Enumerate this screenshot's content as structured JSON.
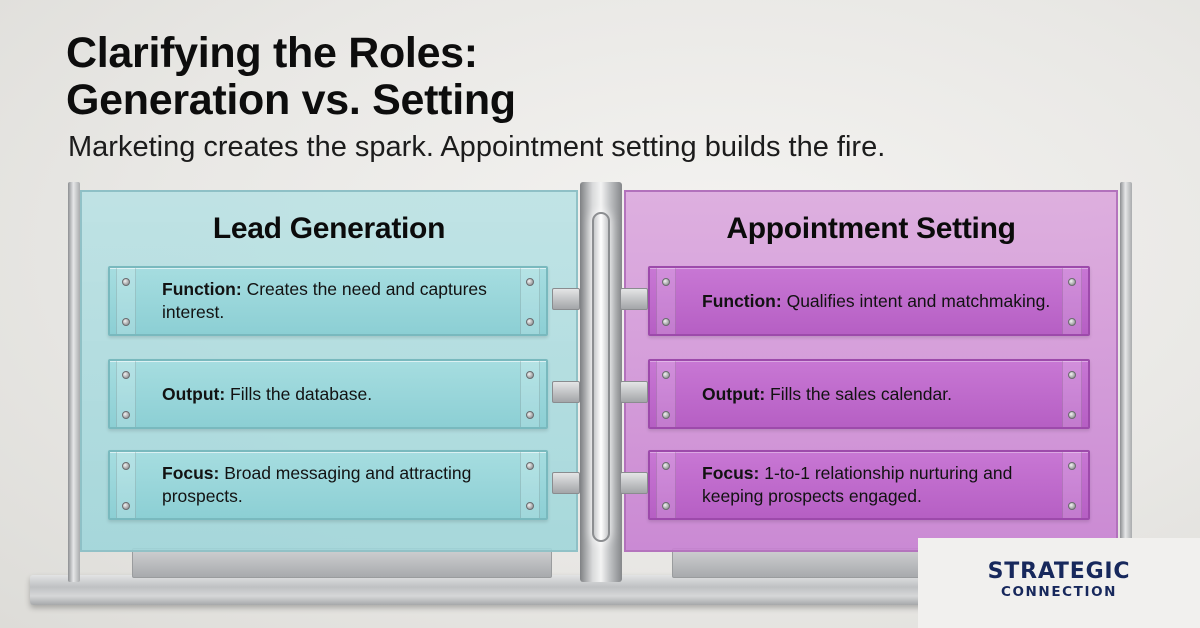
{
  "header": {
    "title_line1": "Clarifying the Roles:",
    "title_line2": "Generation vs. Setting",
    "subtitle": "Marketing creates the spark. Appointment setting builds the fire."
  },
  "left_panel": {
    "title": "Lead Generation",
    "color": "#a6dde0",
    "rows": [
      {
        "label": "Function:",
        "text": "Creates the need and captures interest."
      },
      {
        "label": "Output:",
        "text": "Fills the database."
      },
      {
        "label": "Focus:",
        "text": "Broad messaging and attracting prospects."
      }
    ]
  },
  "right_panel": {
    "title": "Appointment Setting",
    "color": "#c877d4",
    "rows": [
      {
        "label": "Function:",
        "text": "Qualifies intent and matchmaking."
      },
      {
        "label": "Output:",
        "text": "Fills the sales calendar."
      },
      {
        "label": "Focus:",
        "text": "1-to-1 relationship nurturing and keeping prospects engaged."
      }
    ]
  },
  "logo": {
    "line1": "STRATEGIC",
    "line2": "CONNECTION",
    "color": "#17285c"
  }
}
